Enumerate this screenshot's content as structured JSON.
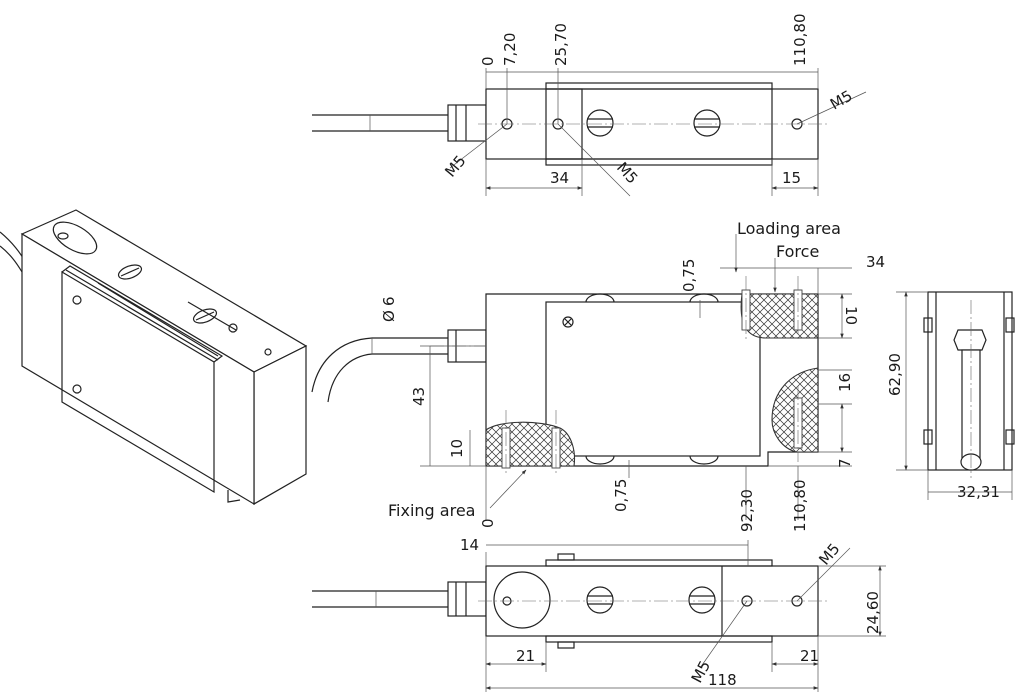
{
  "labels": {
    "loading_area": "Loading area",
    "force": "Force",
    "fixing_area": "Fixing area"
  },
  "top_view": {
    "d_0": "0",
    "d_7_20": "7,20",
    "d_25_70": "25,70",
    "d_110_80": "110,80",
    "d_34": "34",
    "d_15": "15",
    "thread_left": "M5",
    "thread_mid": "M5",
    "thread_right": "M5"
  },
  "front_view": {
    "d_0_75_top": "0,75",
    "d_34": "34",
    "d_10_right": "10",
    "d_16": "16",
    "d_7": "7",
    "d_cable": "6",
    "d_43": "43",
    "d_10_left": "10",
    "d_0_75_bottom": "0,75",
    "d_0": "0",
    "d_92_30": "92,30",
    "d_110_80": "110,80"
  },
  "side_view": {
    "d_62_90": "62,90",
    "d_32_31": "32,31"
  },
  "bottom_view": {
    "d_14": "14",
    "d_21_left": "21",
    "d_21_right": "21",
    "d_118": "118",
    "d_24_60": "24,60",
    "thread_left": "M5",
    "thread_right": "M5"
  },
  "symbols": {
    "diameter": "Ø"
  }
}
